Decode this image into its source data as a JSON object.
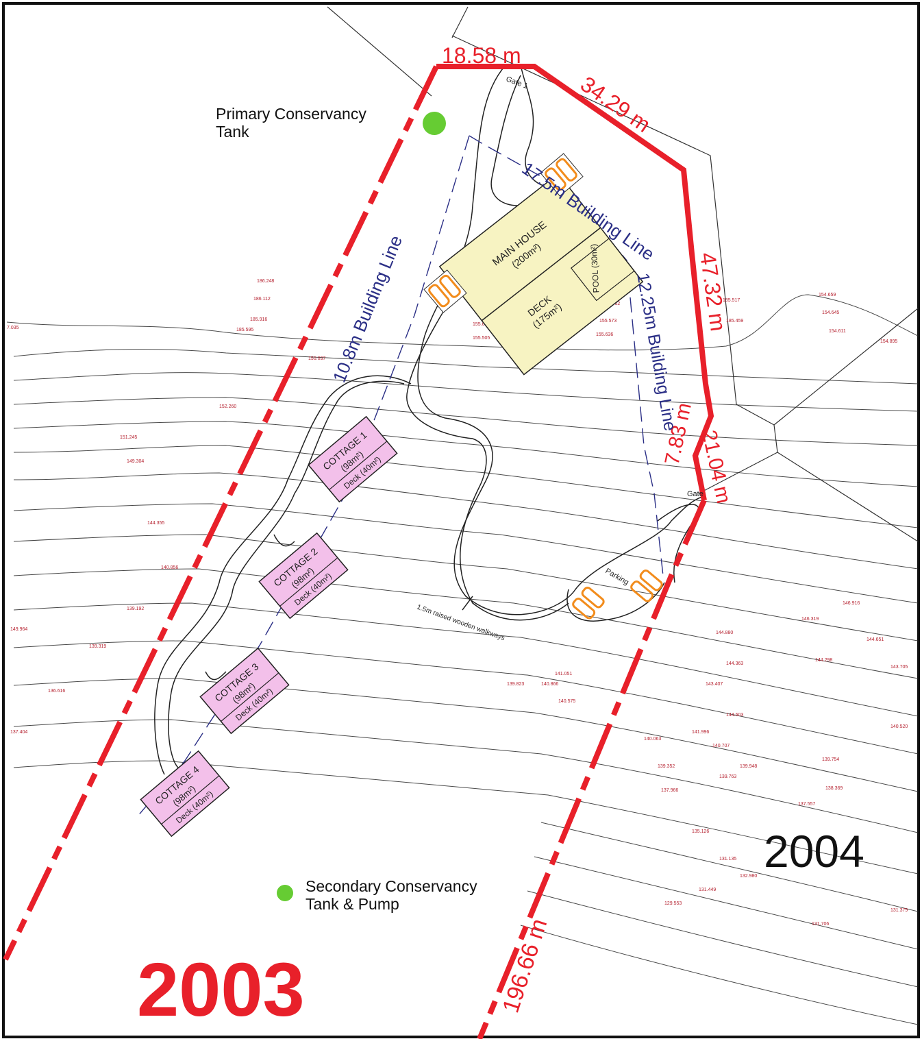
{
  "lot_numbers": {
    "left": "2003",
    "right": "2004"
  },
  "boundary": {
    "segments": [
      "18.58 m",
      "34.29 m",
      "47.32 m",
      "7.83 m",
      "21.04 m",
      "196.66 m"
    ]
  },
  "building_lines": {
    "left": "10.8m Building Line",
    "top": "17.5m Building Line",
    "right": "12.25m Building Line"
  },
  "tanks": {
    "primary": {
      "line1": "Primary Conservancy",
      "line2": "Tank",
      "color": "#66cc33"
    },
    "secondary": {
      "line1": "Secondary Conservancy",
      "line2": "Tank & Pump",
      "color": "#66cc33"
    }
  },
  "buildings": {
    "main_house": {
      "name": "MAIN HOUSE",
      "area": "(200m²)",
      "deck": "DECK",
      "deck_area": "(175m²)",
      "pool": "POOL (30m²)"
    },
    "cottages": [
      {
        "name": "COTTAGE 1",
        "area": "(98m²)",
        "deck": "Deck (40m²)"
      },
      {
        "name": "COTTAGE 2",
        "area": "(98m²)",
        "deck": "Deck (40m²)"
      },
      {
        "name": "COTTAGE 3",
        "area": "(98m²)",
        "deck": "Deck (40m²)"
      },
      {
        "name": "COTTAGE 4",
        "area": "(98m²)",
        "deck": "Deck (40m²)"
      }
    ]
  },
  "misc_labels": {
    "gate_top": "Gate 1",
    "gate_right": "Gate",
    "parking": "Parking",
    "walkway": "1.5m raised wooden walkways"
  },
  "colors": {
    "boundary": "#e8202a",
    "building_line": "#2b2f86",
    "cottage_fill": "#f3c0ea",
    "house_fill": "#f7f3c2",
    "car": "#f28c1c",
    "contour": "#2a2a2a",
    "spot_level": "#b5212f"
  }
}
